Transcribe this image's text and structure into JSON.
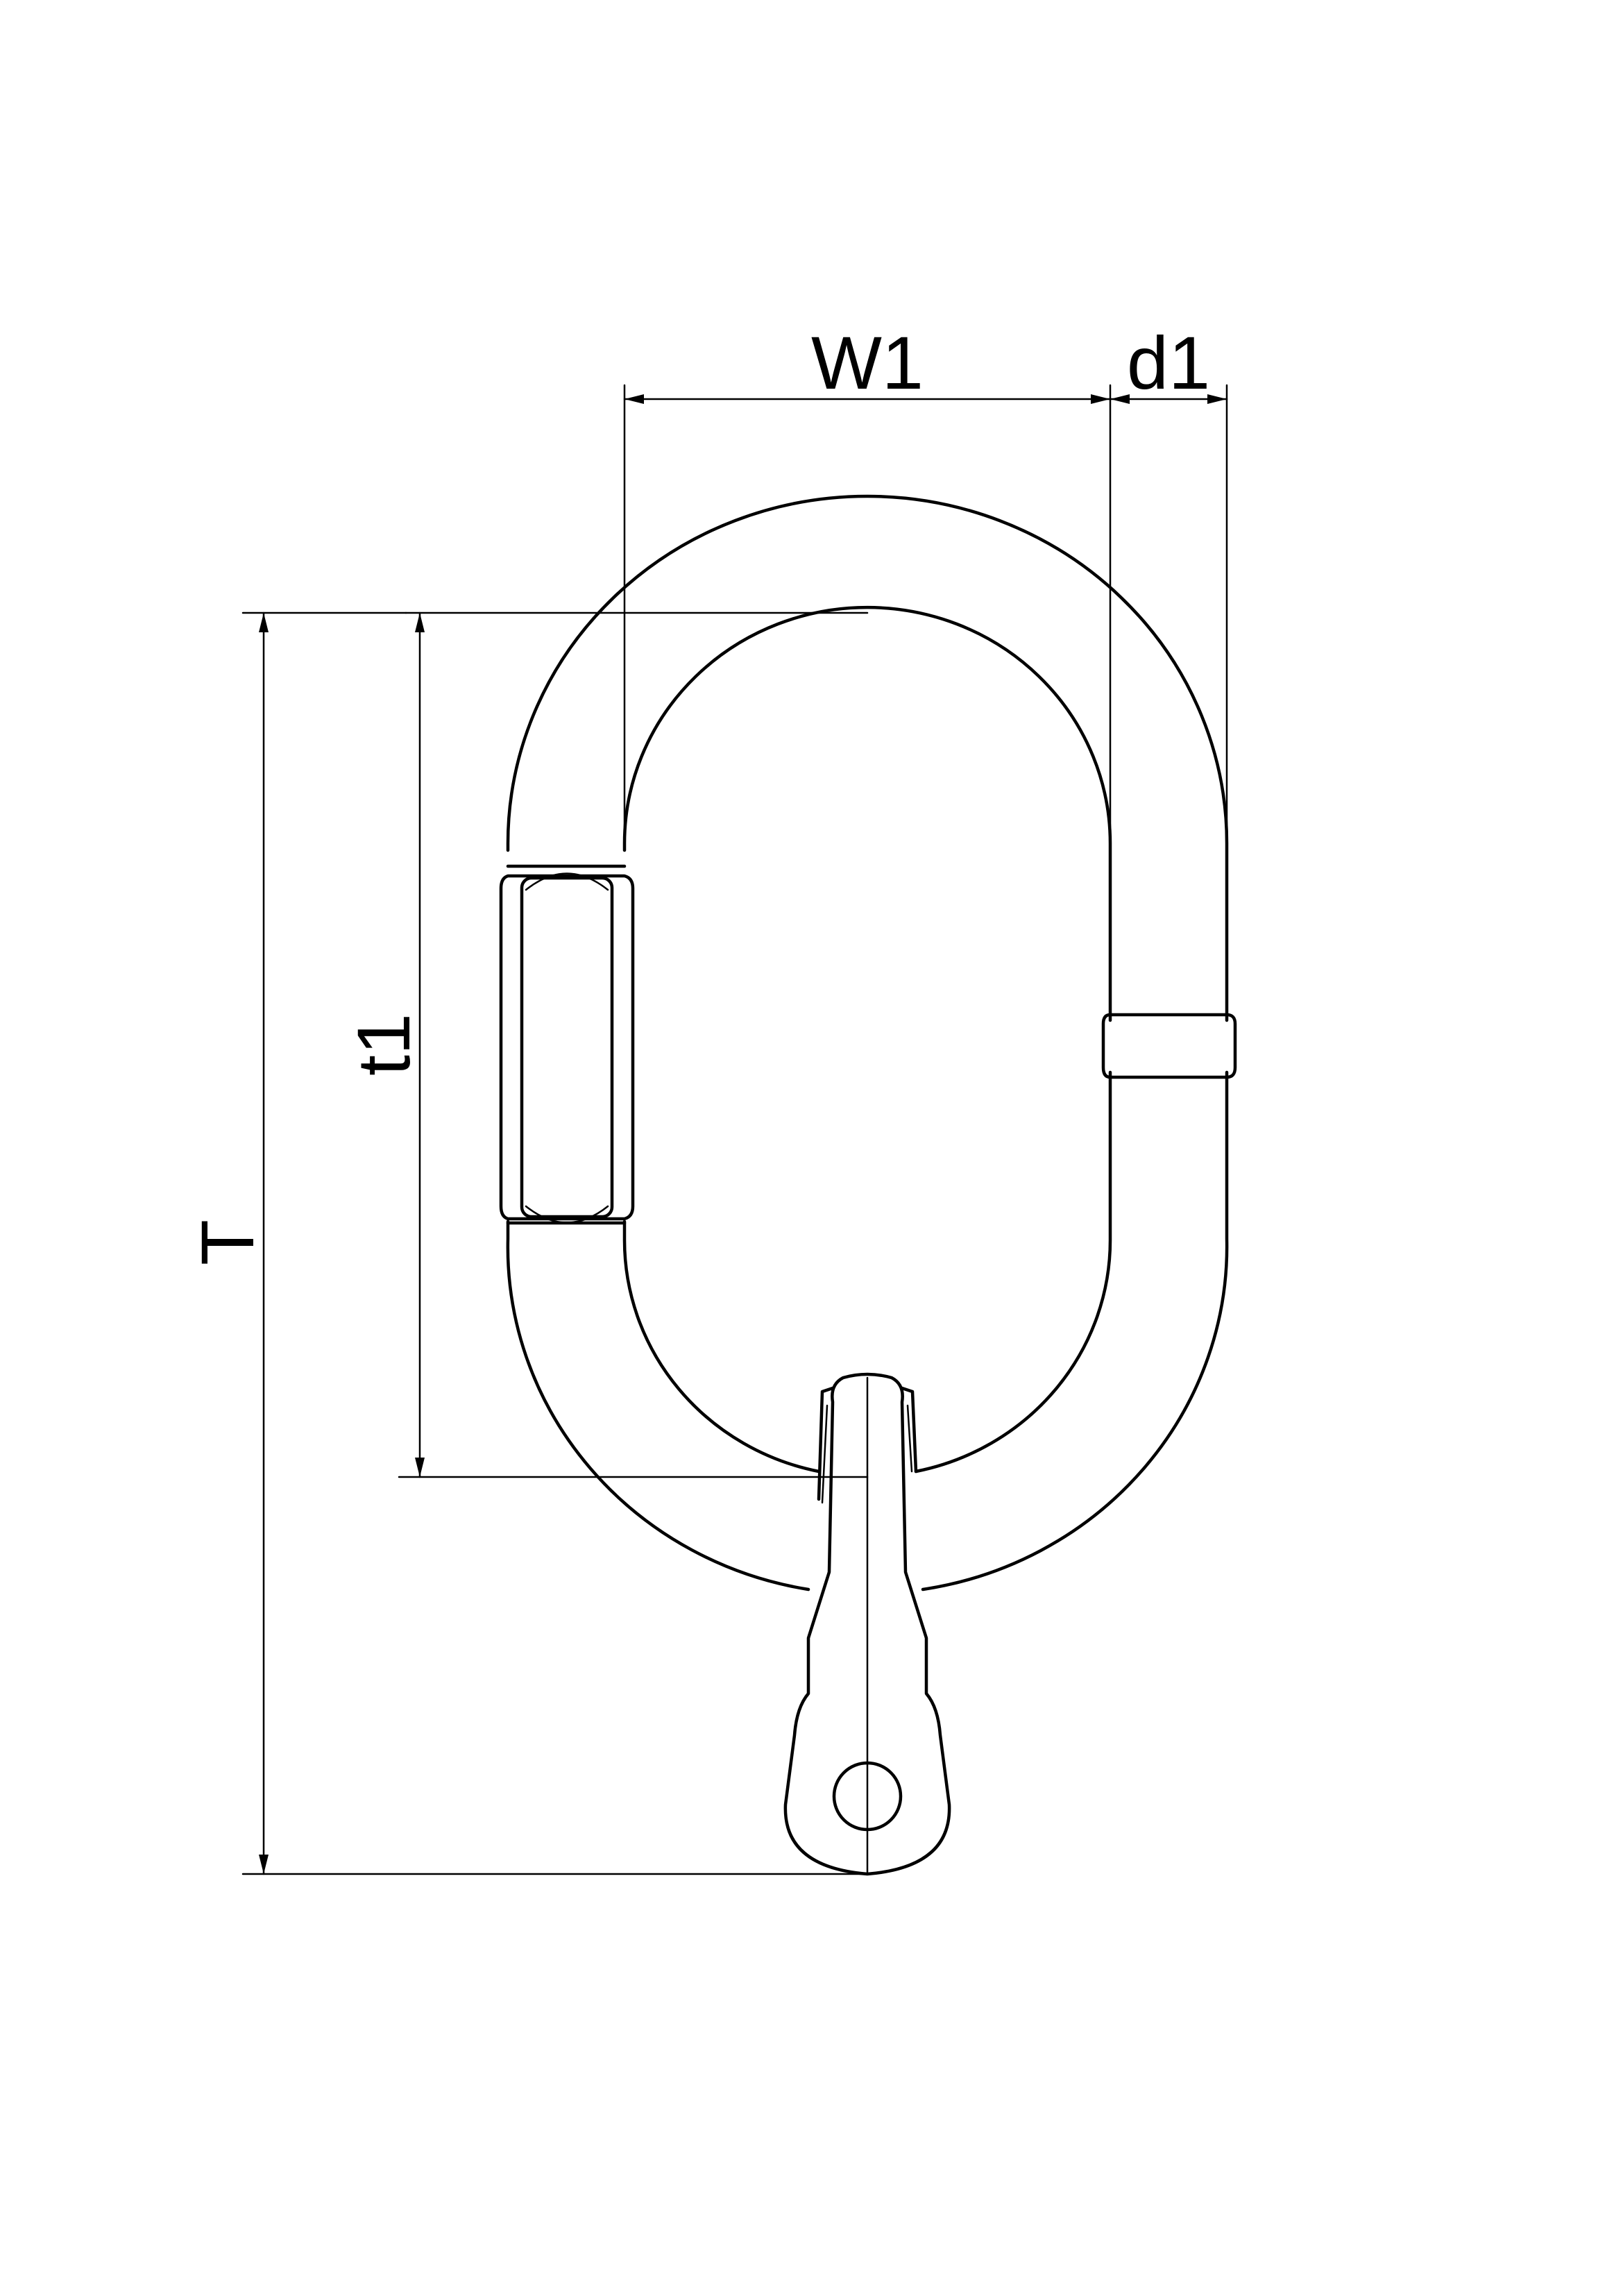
{
  "labels": {
    "w1": "W1",
    "d1": "d1",
    "t1": "t1",
    "t": "T"
  }
}
